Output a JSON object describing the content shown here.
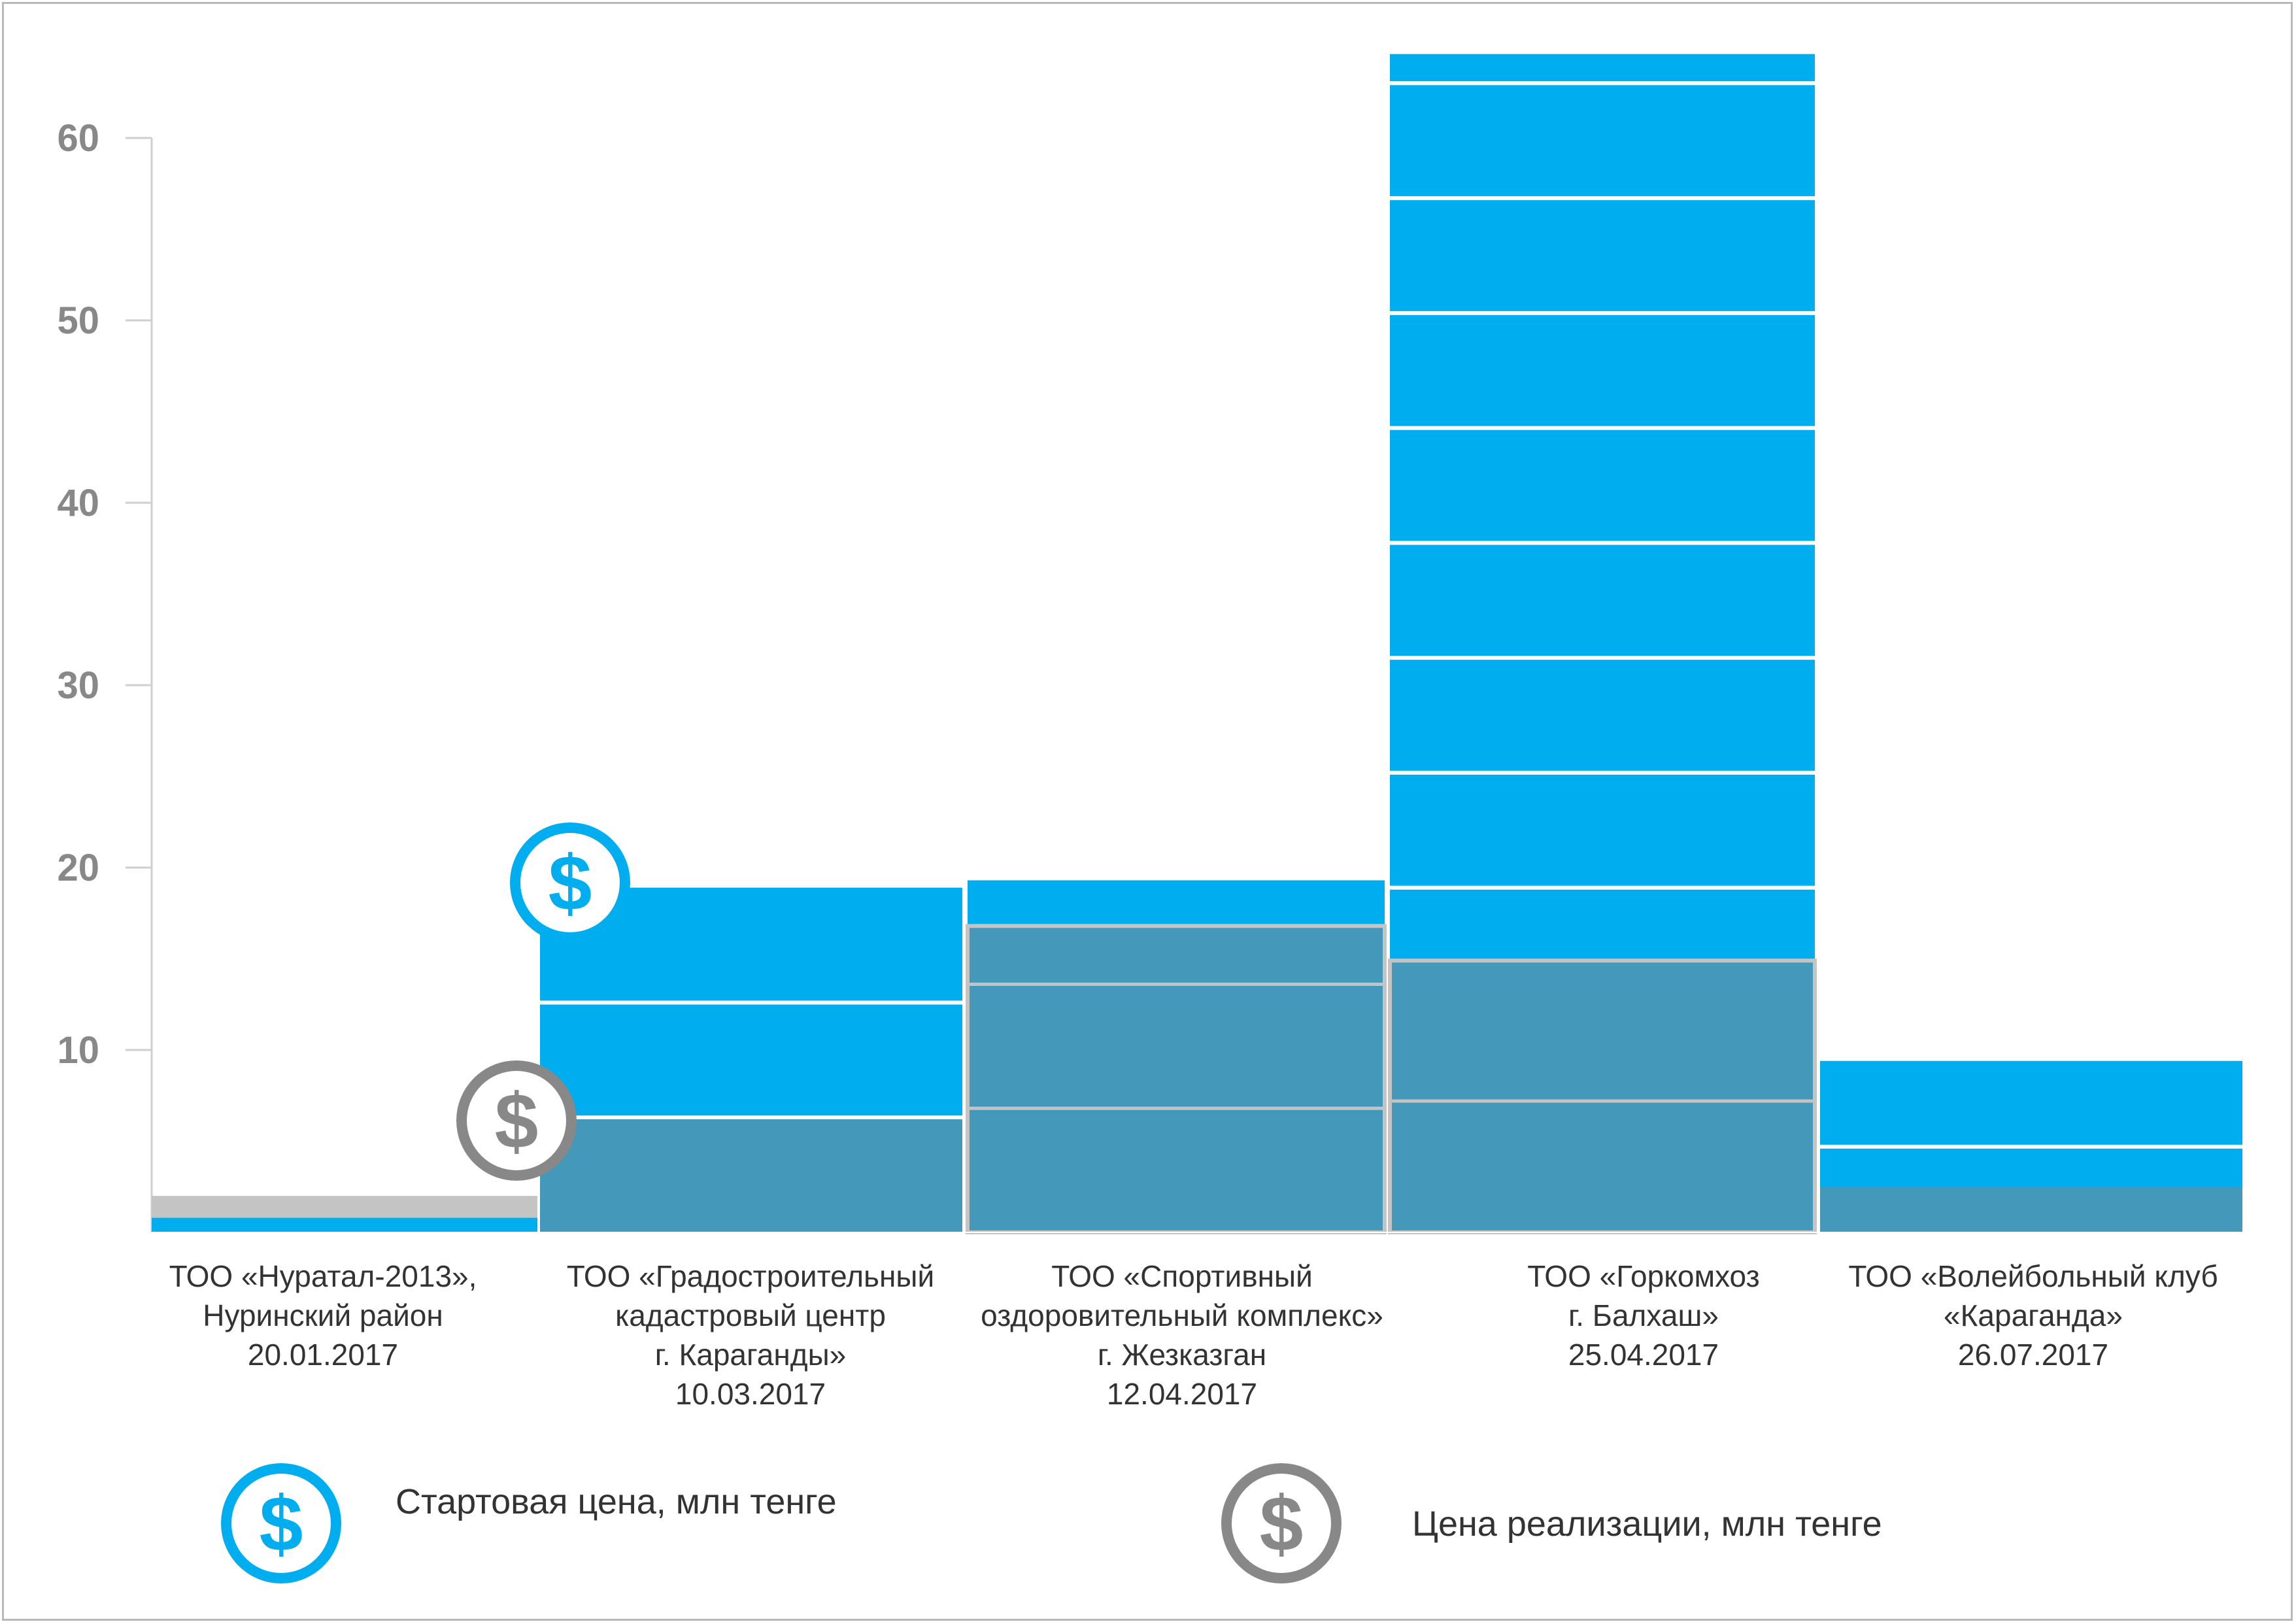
{
  "chart_data": {
    "type": "bar",
    "categories": [
      [
        "ТОО «Нуратал-2013»,",
        "Нуринский район",
        "20.01.2017"
      ],
      [
        "ТОО «Градостроительный",
        "кадастровый центр",
        "г. Караганды»",
        "10.03.2017"
      ],
      [
        "ТОО «Спортивный",
        "оздоровительный комплекс»",
        "г. Жезказган",
        "12.04.2017"
      ],
      [
        "ТОО «Горкомхоз",
        "г. Балхаш»",
        "25.04.2017"
      ],
      [
        "ТОО «Волейбольный клуб",
        "«Караганда»",
        "26.07.2017"
      ]
    ],
    "series": [
      {
        "name": "Стартовая цена, млн тенге",
        "values": [
          0.8,
          18.9,
          19.3,
          64.6,
          9.4
        ],
        "color": "#00aeef"
      },
      {
        "name": "Цена реализации, млн тенге",
        "values": [
          2.0,
          6.2,
          16.8,
          14.9,
          2.5
        ],
        "color": "#4499bb",
        "outline_color": "#c4c4c4"
      }
    ],
    "y_ticks": [
      "10",
      "20",
      "30",
      "40",
      "50",
      "60"
    ],
    "ylim": [
      0,
      60
    ],
    "grid": false,
    "legend_position": "bottom"
  },
  "legend": [
    {
      "label": "Стартовая цена, млн тенге",
      "icon": "dollar-circle-blue-icon",
      "color": "#00aeef"
    },
    {
      "label": "Цена реализации, млн тенге",
      "icon": "dollar-circle-gray-icon",
      "color": "#888888"
    }
  ]
}
